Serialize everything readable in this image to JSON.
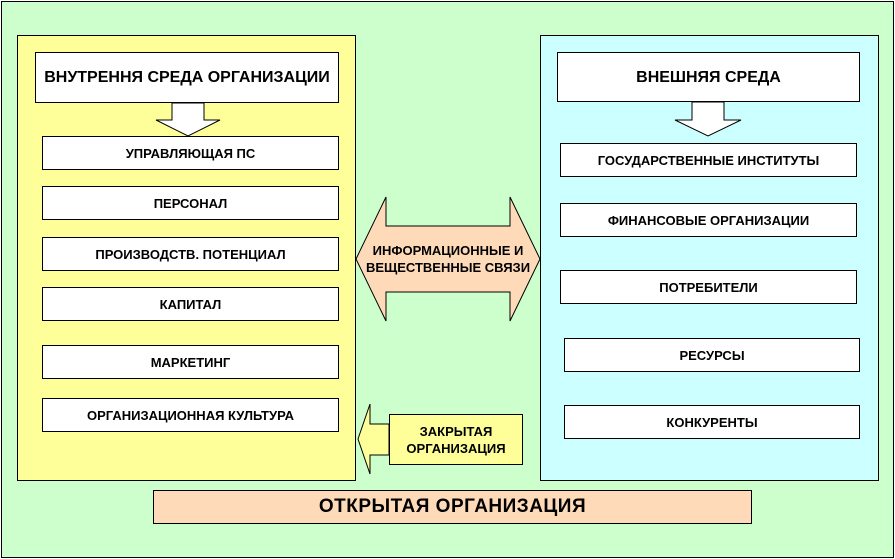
{
  "internal": {
    "title": "ВНУТРЕННЯ СРЕДА ОРГАНИЗАЦИИ",
    "items": [
      "УПРАВЛЯЮЩАЯ ПС",
      "ПЕРСОНАЛ",
      "ПРОИЗВОДСТВ. ПОТЕНЦИАЛ",
      "КАПИТАЛ",
      "МАРКЕТИНГ",
      "ОРГАНИЗАЦИОННАЯ КУЛЬТУРА"
    ]
  },
  "external": {
    "title": "ВНЕШНЯЯ СРЕДА",
    "items": [
      "ГОСУДАРСТВЕННЫЕ ИНСТИТУТЫ",
      "ФИНАНСОВЫЕ ОРГАНИЗАЦИИ",
      "ПОТРЕБИТЕЛИ",
      "РЕСУРСЫ",
      "КОНКУРЕНТЫ"
    ]
  },
  "links_label": "ИНФОРМАЦИОННЫЕ И ВЕЩЕСТВЕННЫЕ СВЯЗИ",
  "closed_org": "ЗАКРЫТАЯ ОРГАНИЗАЦИЯ",
  "open_org": "ОТКРЫТАЯ ОРГАНИЗАЦИЯ",
  "colors": {
    "background": "#ccffcc",
    "internal_panel": "#ffff99",
    "external_panel": "#ccffff",
    "exchange_arrow": "#ffdab9",
    "open_bar": "#ffdab9"
  }
}
